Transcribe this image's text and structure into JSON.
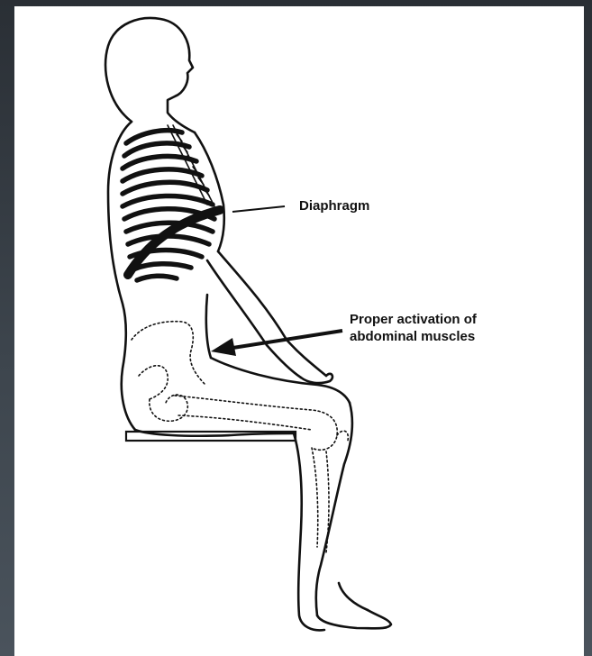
{
  "labels": {
    "diaphragm": "Diaphragm",
    "abdominal_line1": "Proper activation of",
    "abdominal_line2": "abdominal muscles"
  },
  "colors": {
    "ink": "#111111",
    "paper": "#ffffff",
    "frame": "#3a4148"
  }
}
